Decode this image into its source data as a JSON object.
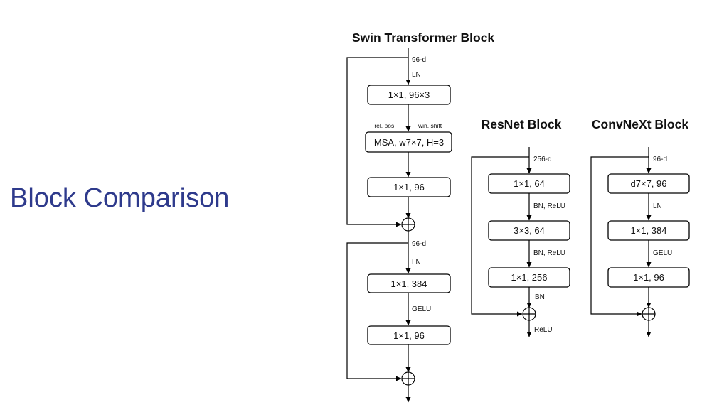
{
  "slide": {
    "title": "Block Comparison"
  },
  "swin": {
    "title": "Swin Transformer Block",
    "in1": "96-d",
    "ln1": "LN",
    "box1": "1×1, 96×3",
    "rel_pos": "+ rel. pos.",
    "win_shift": "win. shift",
    "box2": "MSA, w7×7, H=3",
    "box3": "1×1, 96",
    "in2": "96-d",
    "ln2": "LN",
    "box4": "1×1, 384",
    "gelu": "GELU",
    "box5": "1×1, 96"
  },
  "resnet": {
    "title": "ResNet Block",
    "in": "256-d",
    "box1": "1×1, 64",
    "act1": "BN, ReLU",
    "box2": "3×3, 64",
    "act2": "BN, ReLU",
    "box3": "1×1, 256",
    "bn": "BN",
    "out": "ReLU"
  },
  "convnext": {
    "title": "ConvNeXt Block",
    "in": "96-d",
    "box1": "d7×7, 96",
    "ln": "LN",
    "box2": "1×1, 384",
    "gelu": "GELU",
    "box3": "1×1, 96"
  }
}
